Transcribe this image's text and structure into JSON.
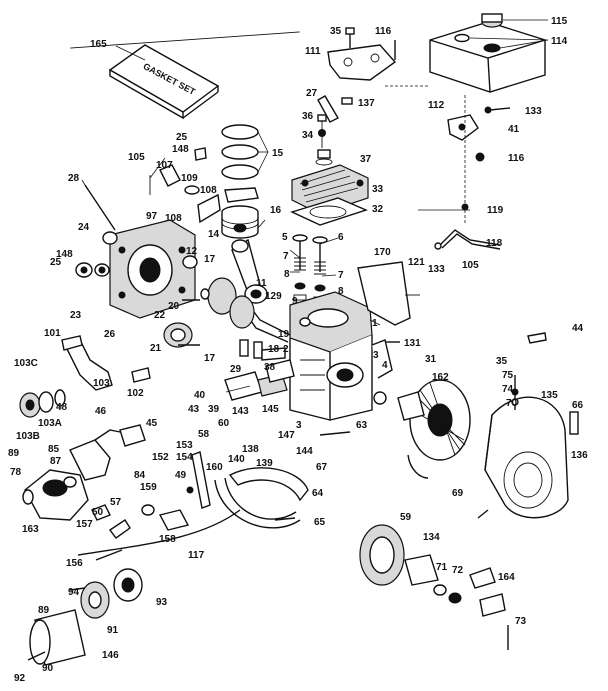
{
  "box_label": "GASKET SET",
  "labels": {
    "l165": "165",
    "l35a": "35",
    "l116a": "116",
    "l115": "115",
    "l114": "114",
    "l111": "111",
    "l27": "27",
    "l137": "137",
    "l112": "112",
    "l133a": "133",
    "l41": "41",
    "l36": "36",
    "l34": "34",
    "l37": "37",
    "l116b": "116",
    "l25a": "25",
    "l148a": "148",
    "l15": "15",
    "l105a": "105",
    "l107": "107",
    "l109": "109",
    "l108a": "108",
    "l28": "28",
    "l97": "97",
    "l108b": "108",
    "l33": "33",
    "l32": "32",
    "l119": "119",
    "l16": "16",
    "l14": "14",
    "l24": "24",
    "l5": "5",
    "l6": "6",
    "l118": "118",
    "l105b": "105",
    "l170": "170",
    "l12": "12",
    "l148b": "148",
    "l25b": "25",
    "l7a": "7",
    "l7b": "7",
    "l121": "121",
    "l133b": "133",
    "l17a": "17",
    "l8a": "8",
    "l8b": "8",
    "l11": "11",
    "l9": "9",
    "l129": "129",
    "l20": "20",
    "l22": "22",
    "l23": "23",
    "l26": "26",
    "l1": "1",
    "l44": "44",
    "l131": "131",
    "l101": "101",
    "l19": "19",
    "l21": "21",
    "l18": "18",
    "l2": "2",
    "l17b": "17",
    "l29": "29",
    "l38": "38",
    "l3": "3",
    "l4": "4",
    "l31": "31",
    "l103c": "103C",
    "l162": "162",
    "l35b": "35",
    "l75": "75",
    "l74": "74",
    "l102": "102",
    "l103": "103",
    "l40": "40",
    "l43": "43",
    "l39": "39",
    "l70": "70",
    "l135": "135",
    "l66": "66",
    "l103b": "103B",
    "l48": "48",
    "l103a": "103A",
    "l46": "46",
    "l45": "45",
    "l143": "143",
    "l60": "60",
    "l145": "145",
    "l147": "147",
    "l58": "58",
    "l3b": "3",
    "l63": "63",
    "l136": "136",
    "l153": "153",
    "l138": "138",
    "l140": "140",
    "l144": "144",
    "l85": "85",
    "l89": "89",
    "l87": "87",
    "l152": "152",
    "l154": "154",
    "l139": "139",
    "l160": "160",
    "l67": "67",
    "l84": "84",
    "l78": "78",
    "l49": "49",
    "l159": "159",
    "l64": "64",
    "l69": "69",
    "l57": "57",
    "l50": "50",
    "l163": "163",
    "l157": "157",
    "l158": "158",
    "l65": "65",
    "l59": "59",
    "l117": "117",
    "l134": "134",
    "l156": "156",
    "l71": "71",
    "l72": "72",
    "l164": "164",
    "l94": "94",
    "l93": "93",
    "l91": "91",
    "l73": "73",
    "l89b": "89",
    "l146": "146",
    "l90": "90",
    "l92": "92"
  }
}
